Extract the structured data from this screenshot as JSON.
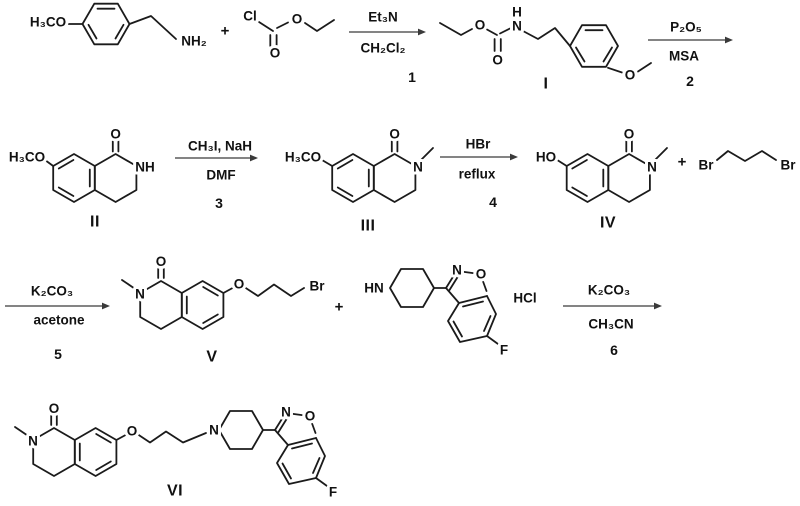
{
  "figure": {
    "atoms": {
      "H3CO": "H₃CO",
      "NH2": "NH₂",
      "Cl": "Cl",
      "O": "O",
      "N": "N",
      "H": "H",
      "NH": "NH",
      "HO": "HO",
      "Br": "Br",
      "HN": "HN",
      "F": "F",
      "HCl": "HCl"
    },
    "plus": "+",
    "compound_labels": {
      "I": "I",
      "II": "II",
      "III": "III",
      "IV": "IV",
      "V": "V",
      "VI": "VI"
    },
    "steps": [
      {
        "num": "1",
        "above": "Et₃N",
        "below": "CH₂Cl₂"
      },
      {
        "num": "2",
        "above": "P₂O₅",
        "below": "MSA"
      },
      {
        "num": "3",
        "above": "CH₃I, NaH",
        "below": "DMF"
      },
      {
        "num": "4",
        "above": "HBr",
        "below": "reflux"
      },
      {
        "num": "5",
        "above": "K₂CO₃",
        "below": "acetone"
      },
      {
        "num": "6",
        "above": "K₂CO₃",
        "below": "CH₃CN"
      }
    ]
  }
}
